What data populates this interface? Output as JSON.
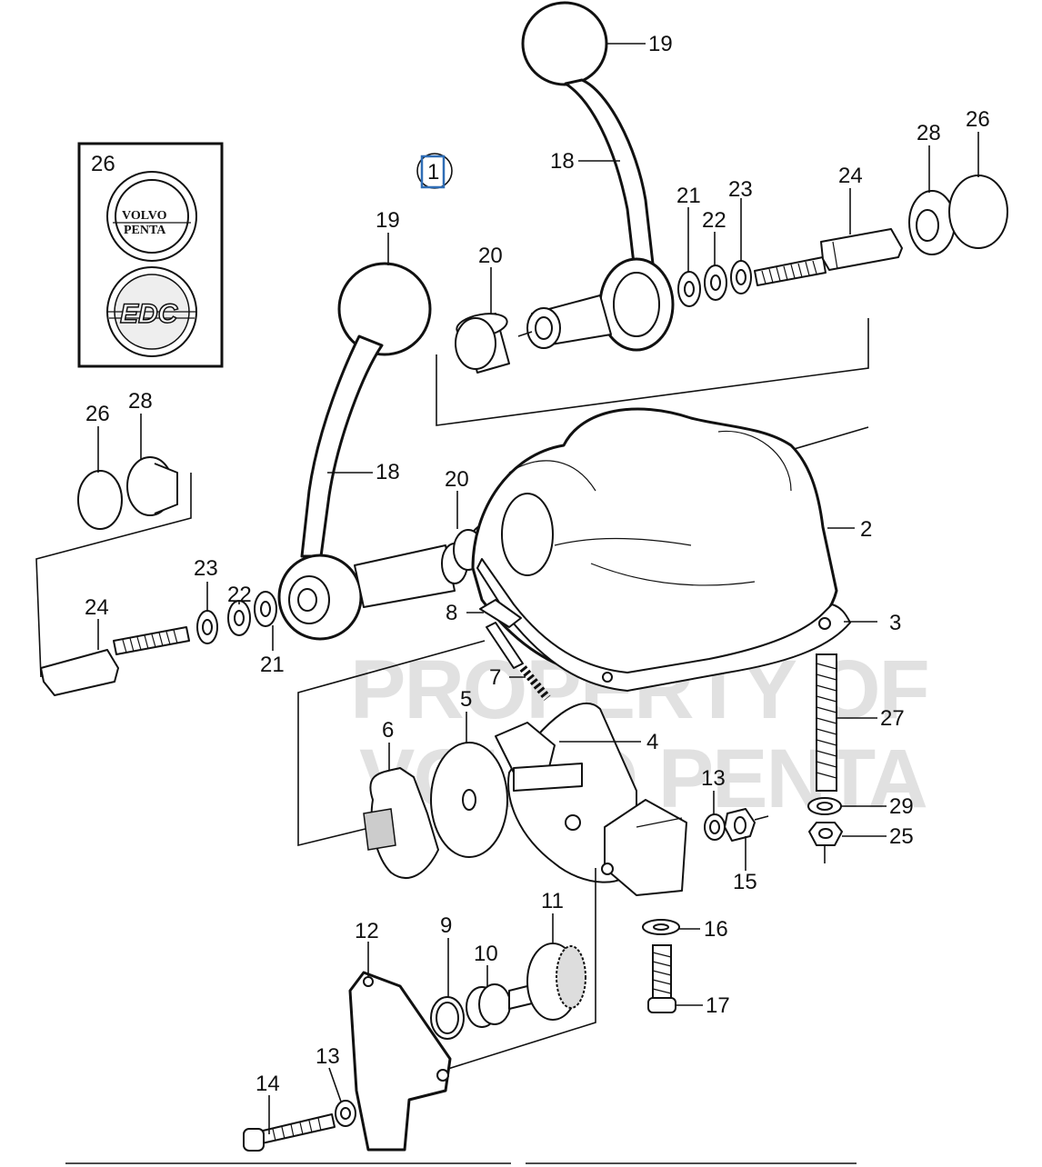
{
  "watermark": {
    "line1": "PROPERTY OF",
    "line2": "VOLVO PENTA"
  },
  "assembly_ref": "1",
  "badge": {
    "line1": "VOLVO",
    "line2": "PENTA",
    "logo": "EDC"
  },
  "labels": {
    "n19a": "19",
    "n18a": "18",
    "n26a": "26",
    "n28a": "28",
    "n24a": "24",
    "n21a": "21",
    "n22a": "22",
    "n23a": "23",
    "n20a": "20",
    "n26box": "26",
    "n19b": "19",
    "n26b": "26",
    "n28b": "28",
    "n18b": "18",
    "n20b": "20",
    "n2": "2",
    "n3": "3",
    "n23b": "23",
    "n22b": "22",
    "n24b": "24",
    "n21b": "21",
    "n8": "8",
    "n7": "7",
    "n5": "5",
    "n6": "6",
    "n4": "4",
    "n27": "27",
    "n13a": "13",
    "n29": "29",
    "n25": "25",
    "n15": "15",
    "n16": "16",
    "n17": "17",
    "n11": "11",
    "n9": "9",
    "n10": "10",
    "n12": "12",
    "n13b": "13",
    "n14": "14"
  }
}
